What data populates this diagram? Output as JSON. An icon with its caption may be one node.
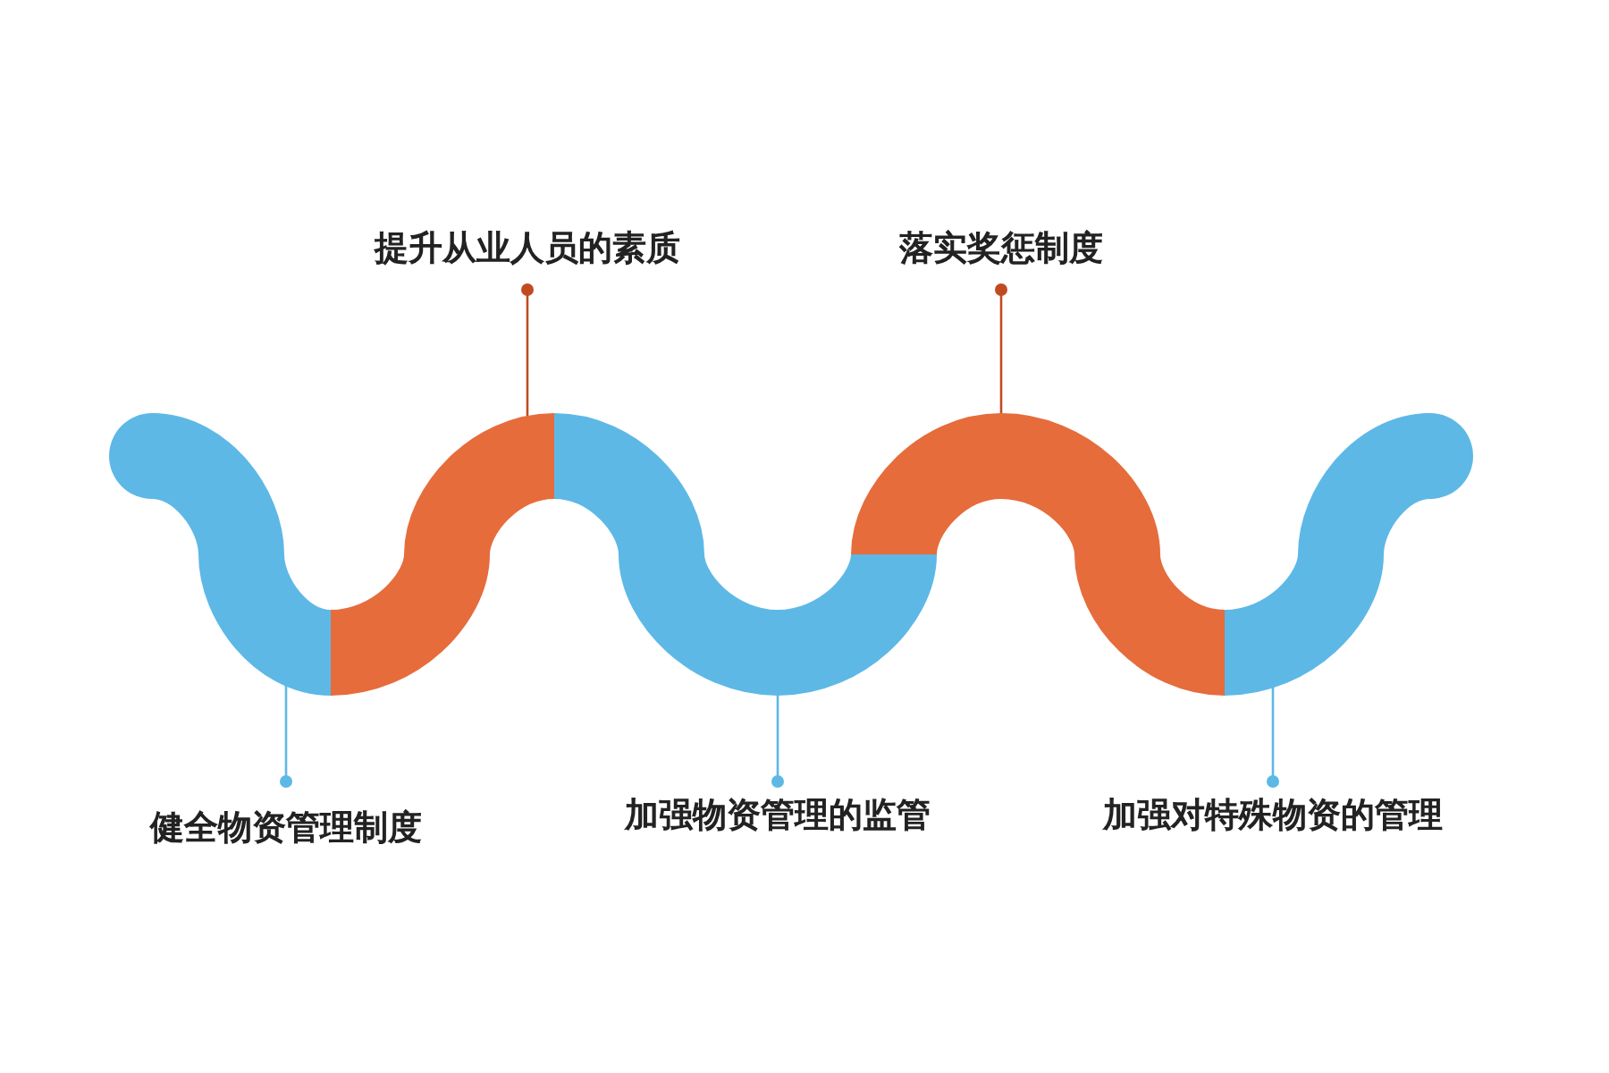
{
  "diagram": {
    "nodes": [
      {
        "text": [],
        "shape": "bar"
      },
      {
        "text": [],
        "shape": "bar"
      },
      {
        "text": [],
        "shape": "bar"
      },
      {
        "text": [],
        "shape": "bar"
      },
      {
        "text": [],
        "shape": "bar"
      },
      {
        "text": [
          "提升从业人员的素质"
        ]
      },
      {
        "text": [
          "落实奖惩制度"
        ]
      },
      {
        "text": [
          "健全物资管理制度"
        ]
      },
      {
        "text": [
          "加强物资管理的监管"
        ]
      },
      {
        "text": [
          "加强对特殊物资的管理"
        ]
      }
    ],
    "edges": [
      {
        "from": 5,
        "to": 1,
        "arrow": "other",
        "color": "#c24a22"
      },
      {
        "from": 6,
        "to": 3,
        "arrow": "other",
        "color": "#c24a22"
      },
      {
        "from": 7,
        "to": 0,
        "arrow": "other"
      },
      {
        "from": 8,
        "to": 2,
        "arrow": "other"
      },
      {
        "from": 9,
        "to": 4,
        "arrow": "other"
      }
    ]
  }
}
